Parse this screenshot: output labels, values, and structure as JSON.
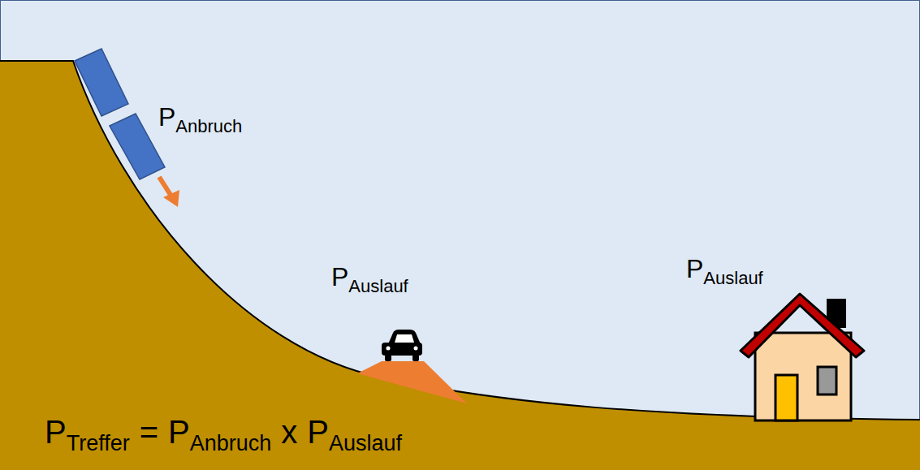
{
  "diagram": {
    "labels": [
      "P",
      "Anbruch",
      "P",
      "Auslauf",
      "P",
      "Auslauf",
      "P",
      "Treffer",
      "=",
      "P",
      "Anbruch",
      "x",
      "P",
      "Auslauf"
    ]
  }
}
